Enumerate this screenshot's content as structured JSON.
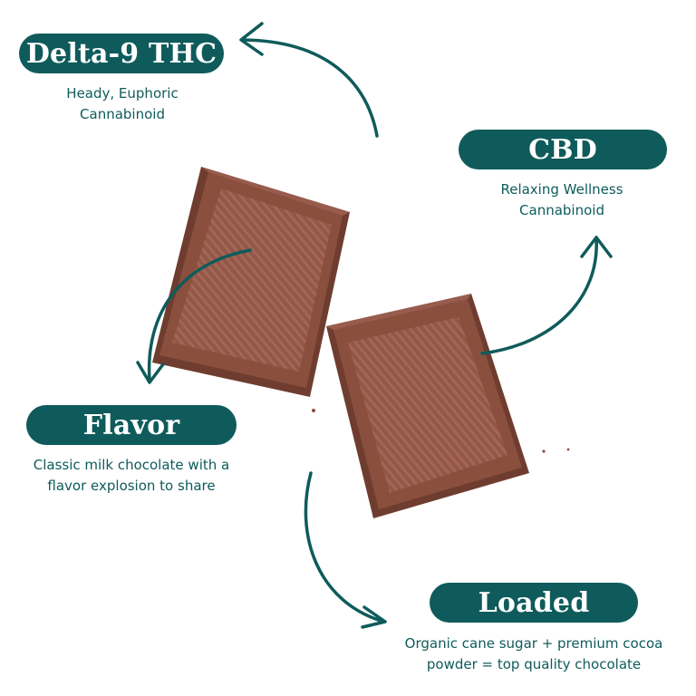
{
  "colors": {
    "brand": "#0f5b5b",
    "chocolate": "#8a4f3d",
    "chocolate_dark": "#6f3d2f",
    "chocolate_light": "#a8695a"
  },
  "features": {
    "thc": {
      "title": "Delta-9 THC",
      "desc_lines": [
        "Heady, Euphoric",
        "Cannabinoid"
      ]
    },
    "cbd": {
      "title": "CBD",
      "desc_lines": [
        "Relaxing Wellness",
        "Cannabinoid"
      ]
    },
    "flavor": {
      "title": "Flavor",
      "desc_lines": [
        "Classic milk chocolate with a",
        "flavor explosion to share"
      ]
    },
    "loaded": {
      "title": "Loaded",
      "desc_lines": [
        "Organic cane sugar + premium cocoa",
        "powder = top quality chocolate"
      ]
    }
  },
  "icons": [
    "curved-arrow-icon"
  ]
}
